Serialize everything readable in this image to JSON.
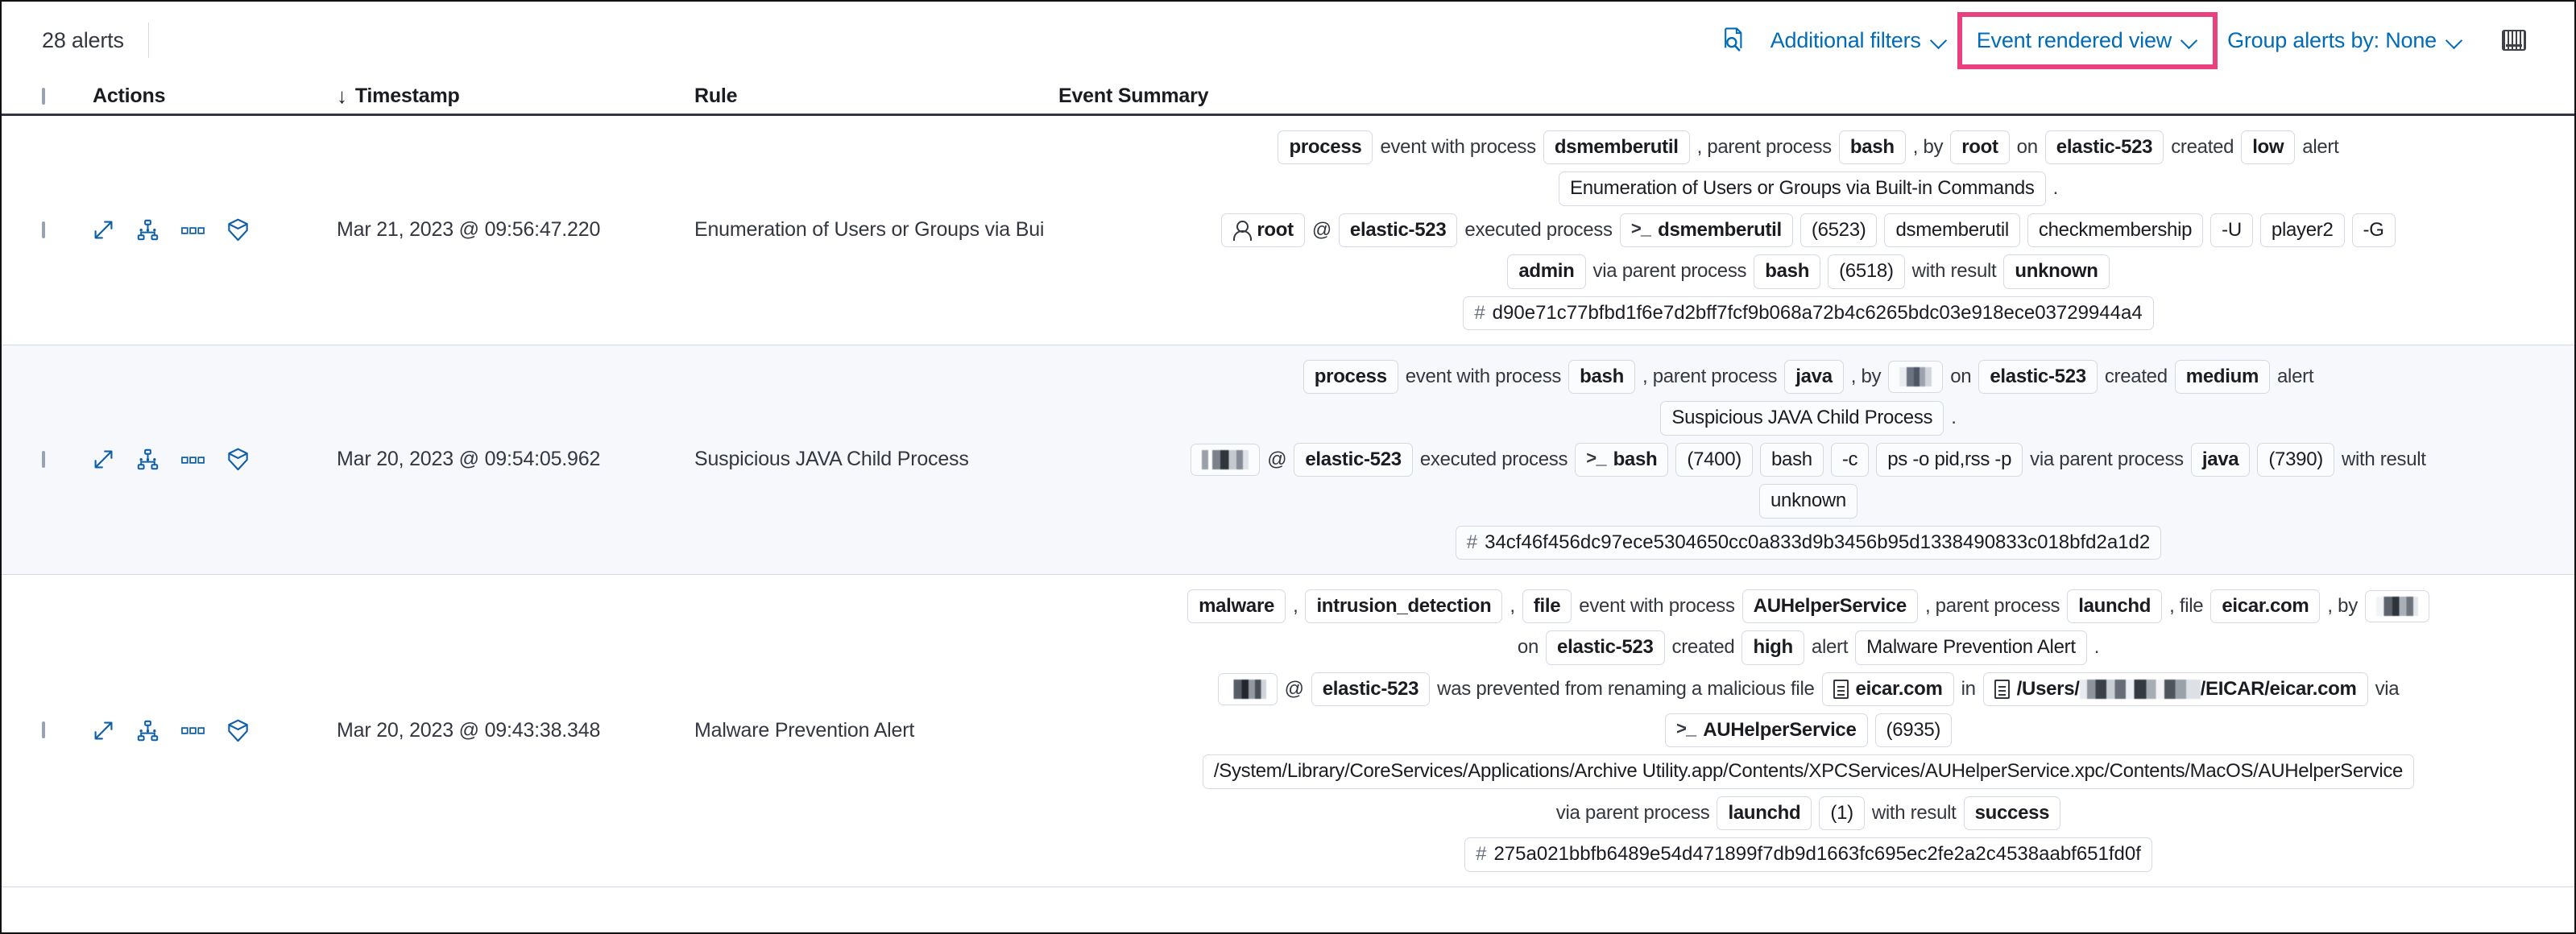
{
  "toolbar": {
    "alert_count": "28 alerts",
    "search_icon": "document-search-icon",
    "additional_filters": "Additional filters",
    "event_rendered_view": "Event rendered view",
    "group_alerts_by": "Group alerts by: None",
    "keyboard_icon": "keyboard-icon",
    "highlight_color": "#e9407f",
    "link_color": "#006bb8"
  },
  "table": {
    "columns": {
      "actions": "Actions",
      "timestamp": "Timestamp",
      "sort_arrow": "↓",
      "rule": "Rule",
      "summary": "Event Summary"
    },
    "rows": [
      {
        "timestamp": "Mar 21, 2023 @ 09:56:47.220",
        "rule": "Enumeration of Users or Groups via Bui",
        "lines": [
          [
            {
              "t": "chip",
              "v": "process",
              "b": true
            },
            {
              "t": "text",
              "v": "event with process"
            },
            {
              "t": "chip",
              "v": "dsmemberutil",
              "b": true
            },
            {
              "t": "text",
              "v": ", parent process"
            },
            {
              "t": "chip",
              "v": "bash",
              "b": true
            },
            {
              "t": "text",
              "v": ", by"
            },
            {
              "t": "chip",
              "v": "root",
              "b": true
            },
            {
              "t": "text",
              "v": "on"
            },
            {
              "t": "chip",
              "v": "elastic-523",
              "b": true
            },
            {
              "t": "text",
              "v": "created"
            },
            {
              "t": "chip",
              "v": "low",
              "b": true
            },
            {
              "t": "text",
              "v": "alert"
            }
          ],
          [
            {
              "t": "chip",
              "v": "Enumeration of Users or Groups via Built-in Commands",
              "b": false
            },
            {
              "t": "text",
              "v": "."
            }
          ],
          [
            {
              "t": "chip",
              "v": "root",
              "b": true,
              "icon": "user"
            },
            {
              "t": "text",
              "v": "@"
            },
            {
              "t": "chip",
              "v": "elastic-523",
              "b": true
            },
            {
              "t": "text",
              "v": "executed process"
            },
            {
              "t": "chip",
              "v": "dsmemberutil",
              "b": true,
              "icon": "console"
            },
            {
              "t": "chip",
              "v": "(6523)",
              "b": false
            },
            {
              "t": "chip",
              "v": "dsmemberutil",
              "b": false
            },
            {
              "t": "chip",
              "v": "checkmembership",
              "b": false
            },
            {
              "t": "chip",
              "v": "-U",
              "b": false
            },
            {
              "t": "chip",
              "v": "player2",
              "b": false
            },
            {
              "t": "chip",
              "v": "-G",
              "b": false
            }
          ],
          [
            {
              "t": "chip",
              "v": "admin",
              "b": true
            },
            {
              "t": "text",
              "v": "via parent process"
            },
            {
              "t": "chip",
              "v": "bash",
              "b": true
            },
            {
              "t": "chip",
              "v": "(6518)",
              "b": false
            },
            {
              "t": "text",
              "v": "with result"
            },
            {
              "t": "chip",
              "v": "unknown",
              "b": true
            }
          ],
          [
            {
              "t": "hash",
              "v": "d90e71c77bfbd1f6e7d2bff7fcf9b068a72b4c6265bdc03e918ece03729944a4"
            }
          ]
        ]
      },
      {
        "timestamp": "Mar 20, 2023 @ 09:54:05.962",
        "rule": "Suspicious JAVA Child Process",
        "lines": [
          [
            {
              "t": "chip",
              "v": "process",
              "b": true
            },
            {
              "t": "text",
              "v": "event with process"
            },
            {
              "t": "chip",
              "v": "bash",
              "b": true
            },
            {
              "t": "text",
              "v": ", parent process"
            },
            {
              "t": "chip",
              "v": "java",
              "b": true
            },
            {
              "t": "text",
              "v": ", by"
            },
            {
              "t": "redact",
              "r": "r1"
            },
            {
              "t": "text",
              "v": "on"
            },
            {
              "t": "chip",
              "v": "elastic-523",
              "b": true
            },
            {
              "t": "text",
              "v": "created"
            },
            {
              "t": "chip",
              "v": "medium",
              "b": true
            },
            {
              "t": "text",
              "v": "alert"
            }
          ],
          [
            {
              "t": "chip",
              "v": "Suspicious JAVA Child Process",
              "b": false
            },
            {
              "t": "text",
              "v": "."
            }
          ],
          [
            {
              "t": "redact",
              "r": "r2"
            },
            {
              "t": "text",
              "v": "@"
            },
            {
              "t": "chip",
              "v": "elastic-523",
              "b": true
            },
            {
              "t": "text",
              "v": "executed process"
            },
            {
              "t": "chip",
              "v": "bash",
              "b": true,
              "icon": "console"
            },
            {
              "t": "chip",
              "v": "(7400)",
              "b": false
            },
            {
              "t": "chip",
              "v": "bash",
              "b": false
            },
            {
              "t": "chip",
              "v": "-c",
              "b": false
            },
            {
              "t": "chip",
              "v": "ps -o pid,rss -p",
              "b": false
            },
            {
              "t": "text",
              "v": "via parent process"
            },
            {
              "t": "chip",
              "v": "java",
              "b": true
            },
            {
              "t": "chip",
              "v": "(7390)",
              "b": false
            },
            {
              "t": "text",
              "v": "with result"
            }
          ],
          [
            {
              "t": "chip",
              "v": "unknown",
              "b": false
            }
          ],
          [
            {
              "t": "hash",
              "v": "34cf46f456dc97ece5304650cc0a833d9b3456b95d1338490833c018bfd2a1d2"
            }
          ]
        ]
      },
      {
        "timestamp": "Mar 20, 2023 @ 09:43:38.348",
        "rule": "Malware Prevention Alert",
        "lines": [
          [
            {
              "t": "chip",
              "v": "malware",
              "b": true
            },
            {
              "t": "text",
              "v": ","
            },
            {
              "t": "chip",
              "v": "intrusion_detection",
              "b": true
            },
            {
              "t": "text",
              "v": ","
            },
            {
              "t": "chip",
              "v": "file",
              "b": true
            },
            {
              "t": "text",
              "v": "event with process"
            },
            {
              "t": "chip",
              "v": "AUHelperService",
              "b": true
            },
            {
              "t": "text",
              "v": ", parent process"
            },
            {
              "t": "chip",
              "v": "launchd",
              "b": true
            },
            {
              "t": "text",
              "v": ", file"
            },
            {
              "t": "chip",
              "v": "eicar.com",
              "b": true
            },
            {
              "t": "text",
              "v": ", by"
            },
            {
              "t": "redact",
              "r": "r3"
            }
          ],
          [
            {
              "t": "text",
              "v": "on"
            },
            {
              "t": "chip",
              "v": "elastic-523",
              "b": true
            },
            {
              "t": "text",
              "v": "created"
            },
            {
              "t": "chip",
              "v": "high",
              "b": true
            },
            {
              "t": "text",
              "v": "alert"
            },
            {
              "t": "chip",
              "v": "Malware Prevention Alert",
              "b": false
            },
            {
              "t": "text",
              "v": "."
            }
          ],
          [
            {
              "t": "redact",
              "r": "r4"
            },
            {
              "t": "text",
              "v": "@"
            },
            {
              "t": "chip",
              "v": "elastic-523",
              "b": true
            },
            {
              "t": "text",
              "v": "was prevented from renaming a malicious file"
            },
            {
              "t": "chip",
              "v": "eicar.com",
              "b": true,
              "icon": "doc"
            },
            {
              "t": "text",
              "v": "in"
            },
            {
              "t": "chip-path",
              "v": "/Users/",
              "v2": "/EICAR/eicar.com",
              "icon": "doc",
              "r": "r5"
            },
            {
              "t": "text",
              "v": "via"
            }
          ],
          [
            {
              "t": "chip",
              "v": "AUHelperService",
              "b": true,
              "icon": "console"
            },
            {
              "t": "chip",
              "v": "(6935)",
              "b": false
            }
          ],
          [
            {
              "t": "chip",
              "v": "/System/Library/CoreServices/Applications/Archive Utility.app/Contents/XPCServices/AUHelperService.xpc/Contents/MacOS/AUHelperService",
              "b": false
            }
          ],
          [
            {
              "t": "text",
              "v": "via parent process"
            },
            {
              "t": "chip",
              "v": "launchd",
              "b": true
            },
            {
              "t": "chip",
              "v": "(1)",
              "b": false
            },
            {
              "t": "text",
              "v": "with result"
            },
            {
              "t": "chip",
              "v": "success",
              "b": true
            }
          ],
          [
            {
              "t": "hash",
              "v": "275a021bbfb6489e54d471899f7db9d1663fc695ec2fe2a2c4538aabf651fd0f"
            }
          ]
        ]
      }
    ],
    "row_action_icons": [
      "expand-icon",
      "analyze-event-icon",
      "more-actions-icon",
      "session-view-icon"
    ]
  }
}
